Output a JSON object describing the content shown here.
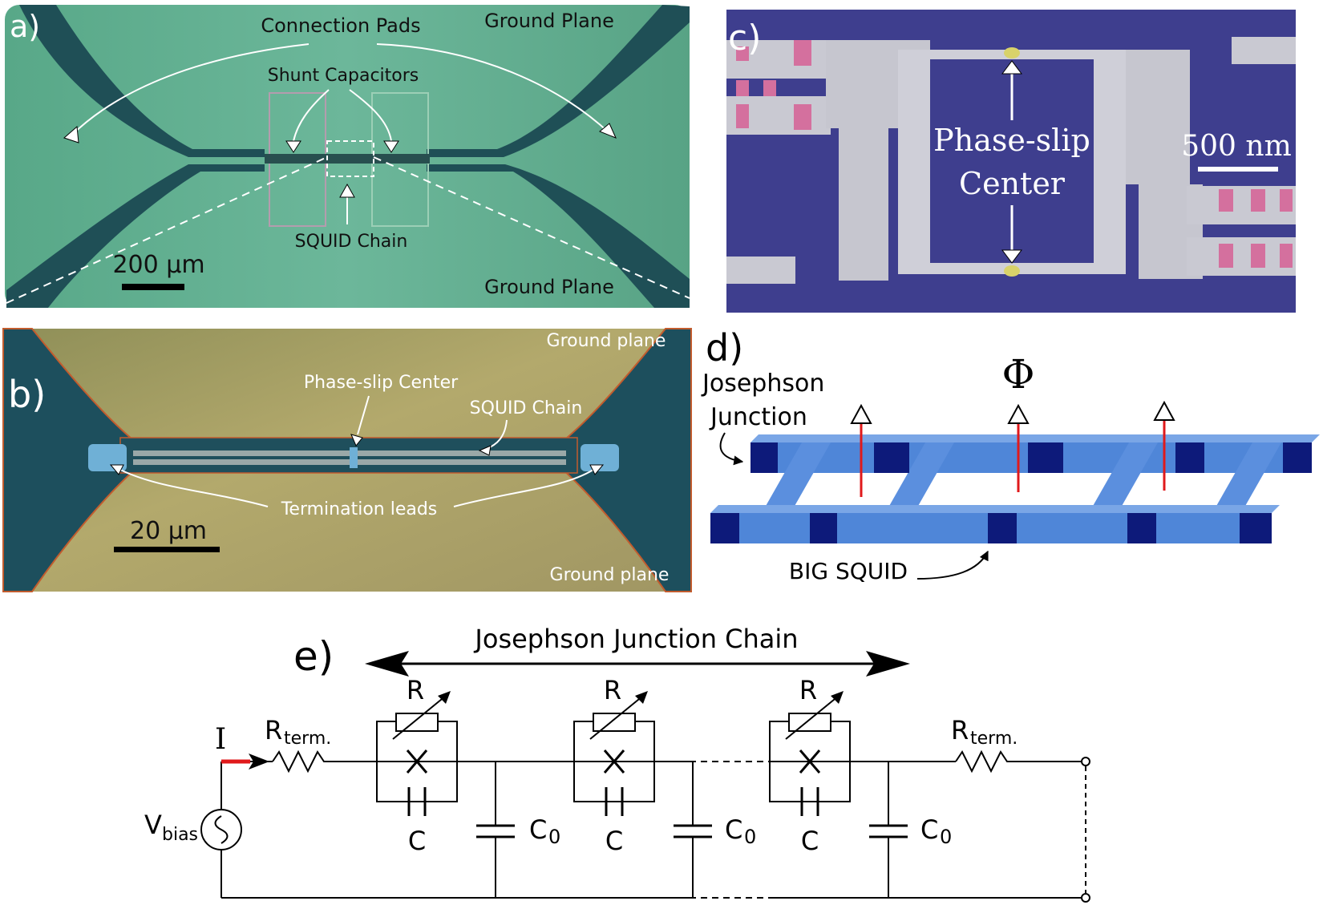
{
  "panel_a": {
    "tag": "a)",
    "connection_pads": "Connection Pads",
    "ground_plane_top": "Ground Plane",
    "ground_plane_bottom": "Ground Plane",
    "shunt_capacitors": "Shunt Capacitors",
    "squid_chain": "SQUID Chain",
    "scale": "200 μm",
    "colors": {
      "substrate": "#5fae90",
      "metal": "#1f4f56"
    }
  },
  "panel_b": {
    "tag": "b)",
    "ground_plane_top": "Ground plane",
    "ground_plane_bottom": "Ground plane",
    "phase_slip_center": "Phase-slip Center",
    "squid_chain": "SQUID Chain",
    "termination_leads": "Termination leads",
    "scale": "20 μm",
    "colors": {
      "substrate": "#a9a066",
      "metal": "#1d4f5d"
    }
  },
  "panel_c": {
    "tag": "c)",
    "phase_slip_line1": "Phase-slip",
    "phase_slip_line2": "Center",
    "scale": "500 nm",
    "colors": {
      "background": "#3e3e8e",
      "metal": "#c9c9d2",
      "junction": "#d4709e",
      "center": "#d8d26a"
    }
  },
  "panel_d": {
    "tag": "d)",
    "josephson_line1": "Josephson",
    "josephson_line2": "Junction",
    "phi": "Φ",
    "big_squid": "BIG SQUID",
    "colors": {
      "bar": "#4f86d8",
      "bar_dark": "#2f5fae",
      "junction": "#0d1a7a",
      "flux": "#e0191b"
    }
  },
  "panel_e": {
    "tag": "e)",
    "title": "Josephson Junction Chain",
    "current": "I",
    "r_term_base": "R",
    "r_term_sub": "term.",
    "v_bias_base": "V",
    "v_bias_sub": "bias",
    "stages": [
      {
        "r": "R",
        "c": "C",
        "c0_base": "C",
        "c0_sub": "0"
      },
      {
        "r": "R",
        "c": "C",
        "c0_base": "C",
        "c0_sub": "0"
      },
      {
        "r": "R",
        "c": "C",
        "c0_base": "C",
        "c0_sub": "0"
      }
    ]
  }
}
